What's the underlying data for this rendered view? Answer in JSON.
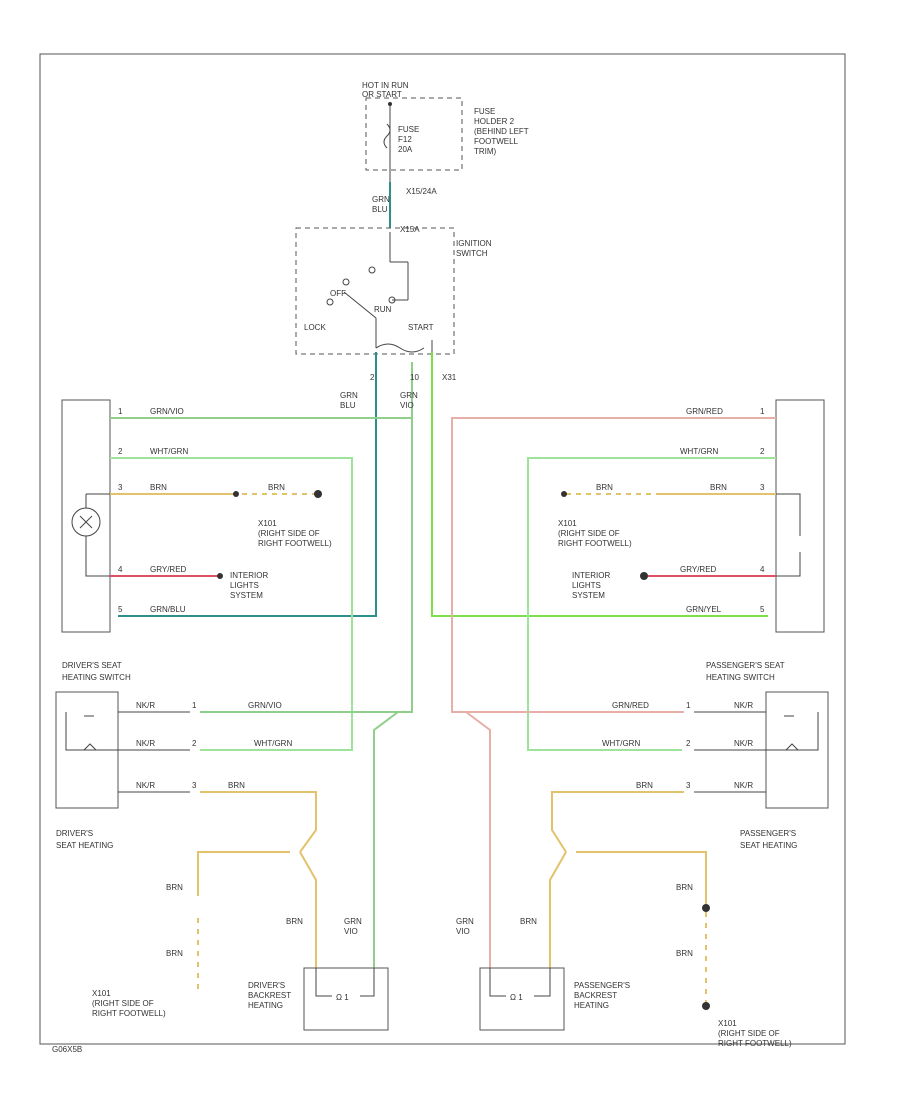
{
  "colors": {
    "grn_blu": "#2e8f8a",
    "grn_vio": "#8fcf8a",
    "grn_red": "#e6b0a8",
    "wht_grn": "#9ee39a",
    "brn": "#e2c26a",
    "gry_red": "#e05060",
    "grn_yel": "#7de04a",
    "neutral": "#555555"
  },
  "fuse": {
    "hot_label": "HOT IN RUN\nOR START",
    "fuse_label": "FUSE\nF12\n20A",
    "holder_label": "FUSE\nHOLDER 2\n(BEHIND LEFT\nFOOTWELL\nTRIM)",
    "conn_label": "X15/24A"
  },
  "ignition": {
    "title": "IGNITION\nSWITCH",
    "pos_off": "OFF",
    "pos_run": "RUN",
    "pos_lock": "LOCK",
    "pos_start": "START",
    "conn_label": "X15A"
  },
  "wire_labels": {
    "grn_blu_stack": "GRN\nBLU",
    "grn_vio_stack": "GRN\nVIO",
    "pin_2": "2",
    "pin_10": "10",
    "x31": "X31"
  },
  "left_switch": {
    "title": "DRIVER'S SEAT\nHEATING SWITCH",
    "wires": [
      "GRN/VIO",
      "WHT/GRN",
      "BRN",
      "GRY/RED",
      "GRN/BLU"
    ],
    "pins": [
      "1",
      "2",
      "3",
      "4",
      "5"
    ],
    "brn_dash_label": "BRN",
    "ground_label": "X101\n(RIGHT SIDE OF\nRIGHT FOOTWELL)",
    "interior_label": "INTERIOR\nLIGHTS\nSYSTEM"
  },
  "right_switch": {
    "title": "PASSENGER'S SEAT\nHEATING SWITCH",
    "wires": [
      "GRN/RED",
      "WHT/GRN",
      "BRN",
      "GRY/RED",
      "GRN/YEL"
    ],
    "pins": [
      "1",
      "2",
      "3",
      "4",
      "5"
    ],
    "brn_dash_label": "BRN",
    "ground_label": "X101\n(RIGHT SIDE OF\nRIGHT FOOTWELL)",
    "interior_label": "INTERIOR\nLIGHTS\nSYSTEM"
  },
  "left_heating": {
    "title": "DRIVER'S\nSEAT HEATING",
    "internal": [
      "NK/R",
      "NK/R",
      "NK/R"
    ],
    "wires": [
      "GRN/VIO",
      "WHT/GRN",
      "BRN"
    ],
    "pins": [
      "1",
      "2",
      "3"
    ],
    "brn_up": "BRN",
    "brn_down": "BRN",
    "brn_center": "BRN",
    "grn_vio": "GRN\nVIO",
    "ground_label": "X101\n(RIGHT SIDE OF\nRIGHT FOOTWELL)"
  },
  "right_heating": {
    "title": "PASSENGER'S\nSEAT HEATING",
    "internal": [
      "NK/R",
      "NK/R",
      "NK/R"
    ],
    "wires": [
      "GRN/RED",
      "WHT/GRN",
      "BRN"
    ],
    "pins": [
      "1",
      "2",
      "3"
    ],
    "brn_up": "BRN",
    "brn_down": "BRN",
    "brn_center": "BRN",
    "grn_vio": "GRN\nVIO",
    "ground_label": "X101\n(RIGHT SIDE OF\nRIGHT FOOTWELL)"
  },
  "backrest_left": {
    "title": "DRIVER'S\nBACKREST\nHEATING",
    "element": "Ω 1"
  },
  "backrest_right": {
    "title": "PASSENGER'S\nBACKREST\nHEATING",
    "element": "Ω 1"
  },
  "footer": {
    "diagram_id": "G06X5B"
  }
}
